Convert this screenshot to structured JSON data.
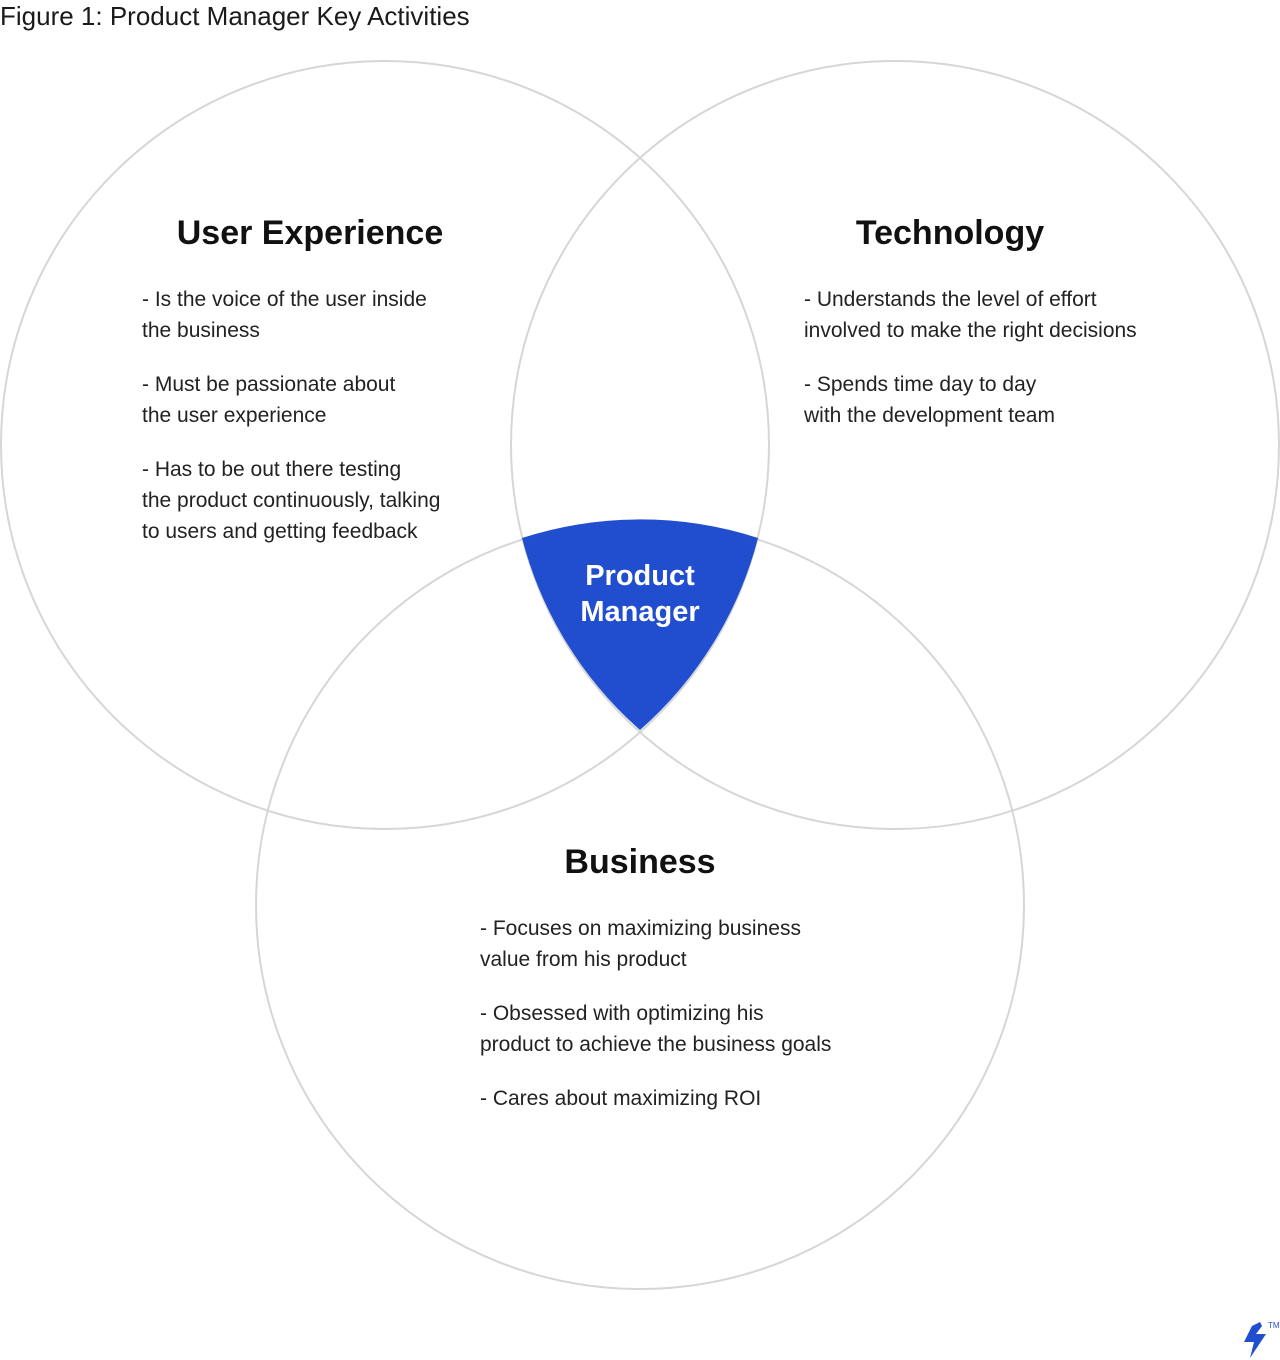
{
  "figure_title": "Figure 1: Product Manager Key Activities",
  "colors": {
    "circle_stroke": "#d6d6d6",
    "center_fill": "#204ecf",
    "center_text": "#ffffff",
    "logo": "#204ecf"
  },
  "circles": [
    {
      "heading": "User Experience",
      "bullets": [
        "- Is the voice of the user inside\nthe business",
        "- Must be passionate about\nthe user experience",
        "- Has to be out there testing\nthe product continuously, talking\nto users and getting feedback"
      ]
    },
    {
      "heading": "Technology",
      "bullets": [
        "- Understands the level of effort\ninvolved to make the right decisions",
        "- Spends time day to day\nwith the development team"
      ]
    },
    {
      "heading": "Business",
      "bullets": [
        "- Focuses on maximizing business\nvalue from his product",
        "- Obsessed with optimizing his\nproduct to achieve the business goals",
        "- Cares about maximizing ROI"
      ]
    }
  ],
  "center": {
    "label": "Product\nManager"
  },
  "logo": {
    "icon": "toptal-logo-icon",
    "trademark": "TM"
  }
}
